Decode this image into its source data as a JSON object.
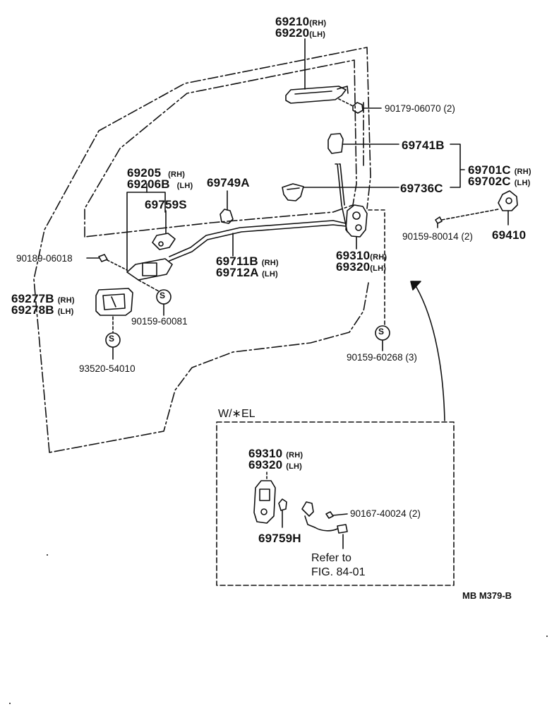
{
  "labels": {
    "p69210": "69210",
    "p69210_side": "(RH)",
    "p69220": "69220",
    "p69220_side": "(LH)",
    "p90179": "90179-06070 (2)",
    "p69741b": "69741B",
    "p69701c": "69701C",
    "p69701c_side": "(RH)",
    "p69702c": "69702C",
    "p69702c_side": "(LH)",
    "p69736c": "69736C",
    "p69205": "69205",
    "p69205_side": "(RH)",
    "p69206b": "69206B",
    "p69206b_side": "(LH)",
    "p69749a": "69749A",
    "p69759s": "69759S",
    "p90159_80014": "90159-80014 (2)",
    "p69410": "69410",
    "p90189": "90189-06018",
    "p69711b": "69711B",
    "p69711b_side": "(RH)",
    "p69712a": "69712A",
    "p69712a_side": "(LH)",
    "p69310": "69310",
    "p69310_side": "(RH)",
    "p69320": "69320",
    "p69320_side": "(LH)",
    "p69277b": "69277B",
    "p69277b_side": "(RH)",
    "p69278b": "69278B",
    "p69278b_side": "(LH)",
    "p90159_60081": "90159-60081",
    "p93520": "93520-54010",
    "p90159_60268": "90159-60268 (3)",
    "s_symbol": "S",
    "inset_title": "W/∗EL",
    "inset_69310": "69310",
    "inset_69310_side": "(RH)",
    "inset_69320": "69320",
    "inset_69320_side": "(LH)",
    "inset_90167": "90167-40024 (2)",
    "inset_69759h": "69759H",
    "refer_line1": "Refer to",
    "refer_line2": "FIG. 84-01",
    "fig_code": "MB  M379-B"
  },
  "colors": {
    "ink": "#111111",
    "paper": "#ffffff"
  }
}
